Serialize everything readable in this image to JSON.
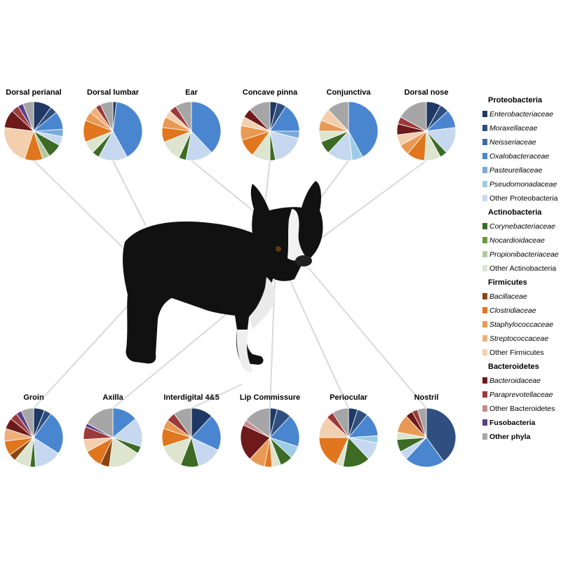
{
  "chart_data": {
    "type": "pie",
    "colors": {
      "Enterobacteriaceae": "#1f3864",
      "Moraxellaceae": "#2e4f7f",
      "Neisseriaceae": "#3e6aa5",
      "Oxalobacteraceae": "#4a86d0",
      "Pasteurellaceae": "#7aaad9",
      "Pseudomonadaceae": "#9dcde6",
      "Other Proteobacteria": "#c5d8ef",
      "Corynebacteriaceae": "#3d6b25",
      "Nocardioidaceae": "#6a9a3a",
      "Propionibacteriaceae": "#b6c9a0",
      "Other Actinobacteria": "#dde5cf",
      "Bacillaceae": "#8a4512",
      "Clostridiaceae": "#e0761e",
      "Staphylococcaceae": "#e89a55",
      "Streptococcaceae": "#edb07d",
      "Other Firmicutes": "#f3cfae",
      "Bacteroidaceae": "#6e1a1a",
      "Paraprevotellaceae": "#9b3a3a",
      "Other Bacteroidetes": "#c58c8c",
      "Fusobacteria": "#5b3e8a",
      "Other phyla": "#a6a6a6"
    },
    "legend": [
      {
        "kind": "group",
        "label": "Proteobacteria"
      },
      {
        "kind": "item",
        "label": "Enterobacteriaceae",
        "italic": true
      },
      {
        "kind": "item",
        "label": "Moraxellaceae",
        "italic": true
      },
      {
        "kind": "item",
        "label": "Neisseriaceae",
        "italic": true
      },
      {
        "kind": "item",
        "label": "Oxalobacteraceae",
        "italic": true
      },
      {
        "kind": "item",
        "label": "Pasteurellaceae",
        "italic": true
      },
      {
        "kind": "item",
        "label": "Pseudomonadaceae",
        "italic": true
      },
      {
        "kind": "item",
        "label": "Other Proteobacteria",
        "italic": false
      },
      {
        "kind": "group",
        "label": "Actinobacteria"
      },
      {
        "kind": "item",
        "label": "Corynebacteriaceae",
        "italic": true
      },
      {
        "kind": "item",
        "label": "Nocardioidaceae",
        "italic": true
      },
      {
        "kind": "item",
        "label": "Propionibacteriaceae",
        "italic": true
      },
      {
        "kind": "item",
        "label": "Other Actinobacteria",
        "italic": false
      },
      {
        "kind": "group",
        "label": "Firmicutes"
      },
      {
        "kind": "item",
        "label": "Bacillaceae",
        "italic": true
      },
      {
        "kind": "item",
        "label": "Clostridiaceae",
        "italic": true
      },
      {
        "kind": "item",
        "label": "Staphylococcaceae",
        "italic": true
      },
      {
        "kind": "item",
        "label": "Streptococcaceae",
        "italic": true
      },
      {
        "kind": "item",
        "label": "Other Firmicutes",
        "italic": false
      },
      {
        "kind": "group",
        "label": "Bacteroidetes"
      },
      {
        "kind": "item",
        "label": "Bacteroidaceae",
        "italic": true
      },
      {
        "kind": "item",
        "label": "Paraprevotellaceae",
        "italic": true
      },
      {
        "kind": "item",
        "label": "Other Bacteroidetes",
        "italic": false
      },
      {
        "kind": "item",
        "label": "Fusobacteria",
        "italic": false,
        "bold": true
      },
      {
        "kind": "item",
        "label": "Other phyla",
        "italic": false,
        "bold": true
      }
    ],
    "pies": [
      {
        "site": "Dorsal perianal",
        "slices": [
          {
            "taxon": "Enterobacteriaceae",
            "value": 10
          },
          {
            "taxon": "Moraxellaceae",
            "value": 4
          },
          {
            "taxon": "Oxalobacteraceae",
            "value": 10
          },
          {
            "taxon": "Pasteurellaceae",
            "value": 4
          },
          {
            "taxon": "Other Proteobacteria",
            "value": 5
          },
          {
            "taxon": "Corynebacteriaceae",
            "value": 8
          },
          {
            "taxon": "Propionibacteriaceae",
            "value": 4
          },
          {
            "taxon": "Clostridiaceae",
            "value": 10
          },
          {
            "taxon": "Other Firmicutes",
            "value": 22
          },
          {
            "taxon": "Bacteroidaceae",
            "value": 10
          },
          {
            "taxon": "Paraprevotellaceae",
            "value": 4
          },
          {
            "taxon": "Fusobacteria",
            "value": 3
          },
          {
            "taxon": "Other phyla",
            "value": 6
          }
        ]
      },
      {
        "site": "Dorsal lumbar",
        "slices": [
          {
            "taxon": "Enterobacteriaceae",
            "value": 2
          },
          {
            "taxon": "Oxalobacteraceae",
            "value": 40
          },
          {
            "taxon": "Other Proteobacteria",
            "value": 16
          },
          {
            "taxon": "Corynebacteriaceae",
            "value": 4
          },
          {
            "taxon": "Other Actinobacteria",
            "value": 7
          },
          {
            "taxon": "Clostridiaceae",
            "value": 12
          },
          {
            "taxon": "Staphylococcaceae",
            "value": 5
          },
          {
            "taxon": "Streptococcaceae",
            "value": 4
          },
          {
            "taxon": "Paraprevotellaceae",
            "value": 3
          },
          {
            "taxon": "Other phyla",
            "value": 7
          }
        ]
      },
      {
        "site": "Ear",
        "slices": [
          {
            "taxon": "Oxalobacteraceae",
            "value": 38
          },
          {
            "taxon": "Other Proteobacteria",
            "value": 15
          },
          {
            "taxon": "Corynebacteriaceae",
            "value": 4
          },
          {
            "taxon": "Other Actinobacteria",
            "value": 12
          },
          {
            "taxon": "Clostridiaceae",
            "value": 8
          },
          {
            "taxon": "Staphylococcaceae",
            "value": 6
          },
          {
            "taxon": "Other Firmicutes",
            "value": 4
          },
          {
            "taxon": "Paraprevotellaceae",
            "value": 4
          },
          {
            "taxon": "Other phyla",
            "value": 9
          }
        ]
      },
      {
        "site": "Concave pinna",
        "slices": [
          {
            "taxon": "Enterobacteriaceae",
            "value": 4
          },
          {
            "taxon": "Moraxellaceae",
            "value": 5
          },
          {
            "taxon": "Oxalobacteraceae",
            "value": 16
          },
          {
            "taxon": "Pasteurellaceae",
            "value": 4
          },
          {
            "taxon": "Other Proteobacteria",
            "value": 18
          },
          {
            "taxon": "Corynebacteriaceae",
            "value": 3
          },
          {
            "taxon": "Other Actinobacteria",
            "value": 10
          },
          {
            "taxon": "Clostridiaceae",
            "value": 10
          },
          {
            "taxon": "Staphylococcaceae",
            "value": 8
          },
          {
            "taxon": "Other Firmicutes",
            "value": 5
          },
          {
            "taxon": "Bacteroidaceae",
            "value": 5
          },
          {
            "taxon": "Other phyla",
            "value": 12
          }
        ]
      },
      {
        "site": "Conjunctiva",
        "slices": [
          {
            "taxon": "Oxalobacteraceae",
            "value": 42
          },
          {
            "taxon": "Pseudomonadaceae",
            "value": 6
          },
          {
            "taxon": "Other Proteobacteria",
            "value": 14
          },
          {
            "taxon": "Corynebacteriaceae",
            "value": 7
          },
          {
            "taxon": "Other Actinobacteria",
            "value": 6
          },
          {
            "taxon": "Staphylococcaceae",
            "value": 6
          },
          {
            "taxon": "Other Firmicutes",
            "value": 7
          },
          {
            "taxon": "Other phyla",
            "value": 12
          }
        ]
      },
      {
        "site": "Dorsal nose",
        "slices": [
          {
            "taxon": "Enterobacteriaceae",
            "value": 8
          },
          {
            "taxon": "Moraxellaceae",
            "value": 5
          },
          {
            "taxon": "Oxalobacteraceae",
            "value": 10
          },
          {
            "taxon": "Other Proteobacteria",
            "value": 15
          },
          {
            "taxon": "Corynebacteriaceae",
            "value": 4
          },
          {
            "taxon": "Other Actinobacteria",
            "value": 9
          },
          {
            "taxon": "Clostridiaceae",
            "value": 10
          },
          {
            "taxon": "Staphylococcaceae",
            "value": 6
          },
          {
            "taxon": "Other Firmicutes",
            "value": 6
          },
          {
            "taxon": "Bacteroidaceae",
            "value": 6
          },
          {
            "taxon": "Paraprevotellaceae",
            "value": 4
          },
          {
            "taxon": "Other phyla",
            "value": 17
          }
        ]
      },
      {
        "site": "Groin",
        "slices": [
          {
            "taxon": "Enterobacteriaceae",
            "value": 6
          },
          {
            "taxon": "Moraxellaceae",
            "value": 4
          },
          {
            "taxon": "Oxalobacteraceae",
            "value": 24
          },
          {
            "taxon": "Other Proteobacteria",
            "value": 15
          },
          {
            "taxon": "Corynebacteriaceae",
            "value": 3
          },
          {
            "taxon": "Other Actinobacteria",
            "value": 9
          },
          {
            "taxon": "Bacillaceae",
            "value": 4
          },
          {
            "taxon": "Clostridiaceae",
            "value": 8
          },
          {
            "taxon": "Streptococcaceae",
            "value": 7
          },
          {
            "taxon": "Bacteroidaceae",
            "value": 6
          },
          {
            "taxon": "Paraprevotellaceae",
            "value": 4
          },
          {
            "taxon": "Fusobacteria",
            "value": 3
          },
          {
            "taxon": "Other phyla",
            "value": 7
          }
        ]
      },
      {
        "site": "Axilla",
        "slices": [
          {
            "taxon": "Oxalobacteraceae",
            "value": 14
          },
          {
            "taxon": "Other Proteobacteria",
            "value": 16
          },
          {
            "taxon": "Corynebacteriaceae",
            "value": 4
          },
          {
            "taxon": "Other Actinobacteria",
            "value": 18
          },
          {
            "taxon": "Bacillaceae",
            "value": 5
          },
          {
            "taxon": "Clostridiaceae",
            "value": 10
          },
          {
            "taxon": "Other Firmicutes",
            "value": 7
          },
          {
            "taxon": "Paraprevotellaceae",
            "value": 7
          },
          {
            "taxon": "Fusobacteria",
            "value": 2
          },
          {
            "taxon": "Other phyla",
            "value": 17
          }
        ]
      },
      {
        "site": "Interdigital 4&5",
        "slices": [
          {
            "taxon": "Enterobacteriaceae",
            "value": 12
          },
          {
            "taxon": "Oxalobacteraceae",
            "value": 20
          },
          {
            "taxon": "Other Proteobacteria",
            "value": 14
          },
          {
            "taxon": "Corynebacteriaceae",
            "value": 10
          },
          {
            "taxon": "Other Actinobacteria",
            "value": 14
          },
          {
            "taxon": "Clostridiaceae",
            "value": 10
          },
          {
            "taxon": "Staphylococcaceae",
            "value": 5
          },
          {
            "taxon": "Paraprevotellaceae",
            "value": 5
          },
          {
            "taxon": "Other phyla",
            "value": 10
          }
        ]
      },
      {
        "site": "Lip Commissure",
        "slices": [
          {
            "taxon": "Enterobacteriaceae",
            "value": 4
          },
          {
            "taxon": "Moraxellaceae",
            "value": 8
          },
          {
            "taxon": "Oxalobacteraceae",
            "value": 18
          },
          {
            "taxon": "Pseudomonadaceae",
            "value": 7
          },
          {
            "taxon": "Corynebacteriaceae",
            "value": 7
          },
          {
            "taxon": "Other Actinobacteria",
            "value": 5
          },
          {
            "taxon": "Clostridiaceae",
            "value": 4
          },
          {
            "taxon": "Staphylococcaceae",
            "value": 9
          },
          {
            "taxon": "Bacteroidaceae",
            "value": 20
          },
          {
            "taxon": "Other Bacteroidetes",
            "value": 3
          },
          {
            "taxon": "Other phyla",
            "value": 15
          }
        ]
      },
      {
        "site": "Periocular",
        "slices": [
          {
            "taxon": "Enterobacteriaceae",
            "value": 5
          },
          {
            "taxon": "Moraxellaceae",
            "value": 6
          },
          {
            "taxon": "Oxalobacteraceae",
            "value": 13
          },
          {
            "taxon": "Pseudomonadaceae",
            "value": 4
          },
          {
            "taxon": "Other Proteobacteria",
            "value": 10
          },
          {
            "taxon": "Corynebacteriaceae",
            "value": 15
          },
          {
            "taxon": "Other Actinobacteria",
            "value": 4
          },
          {
            "taxon": "Clostridiaceae",
            "value": 18
          },
          {
            "taxon": "Other Firmicutes",
            "value": 12
          },
          {
            "taxon": "Paraprevotellaceae",
            "value": 4
          },
          {
            "taxon": "Other phyla",
            "value": 9
          }
        ]
      },
      {
        "site": "Nostril",
        "slices": [
          {
            "taxon": "Moraxellaceae",
            "value": 40
          },
          {
            "taxon": "Oxalobacteraceae",
            "value": 22
          },
          {
            "taxon": "Other Proteobacteria",
            "value": 5
          },
          {
            "taxon": "Corynebacteriaceae",
            "value": 7
          },
          {
            "taxon": "Other Actinobacteria",
            "value": 4
          },
          {
            "taxon": "Staphylococcaceae",
            "value": 10
          },
          {
            "taxon": "Bacteroidaceae",
            "value": 4
          },
          {
            "taxon": "Paraprevotellaceae",
            "value": 3
          },
          {
            "taxon": "Other phyla",
            "value": 5
          }
        ]
      }
    ]
  }
}
